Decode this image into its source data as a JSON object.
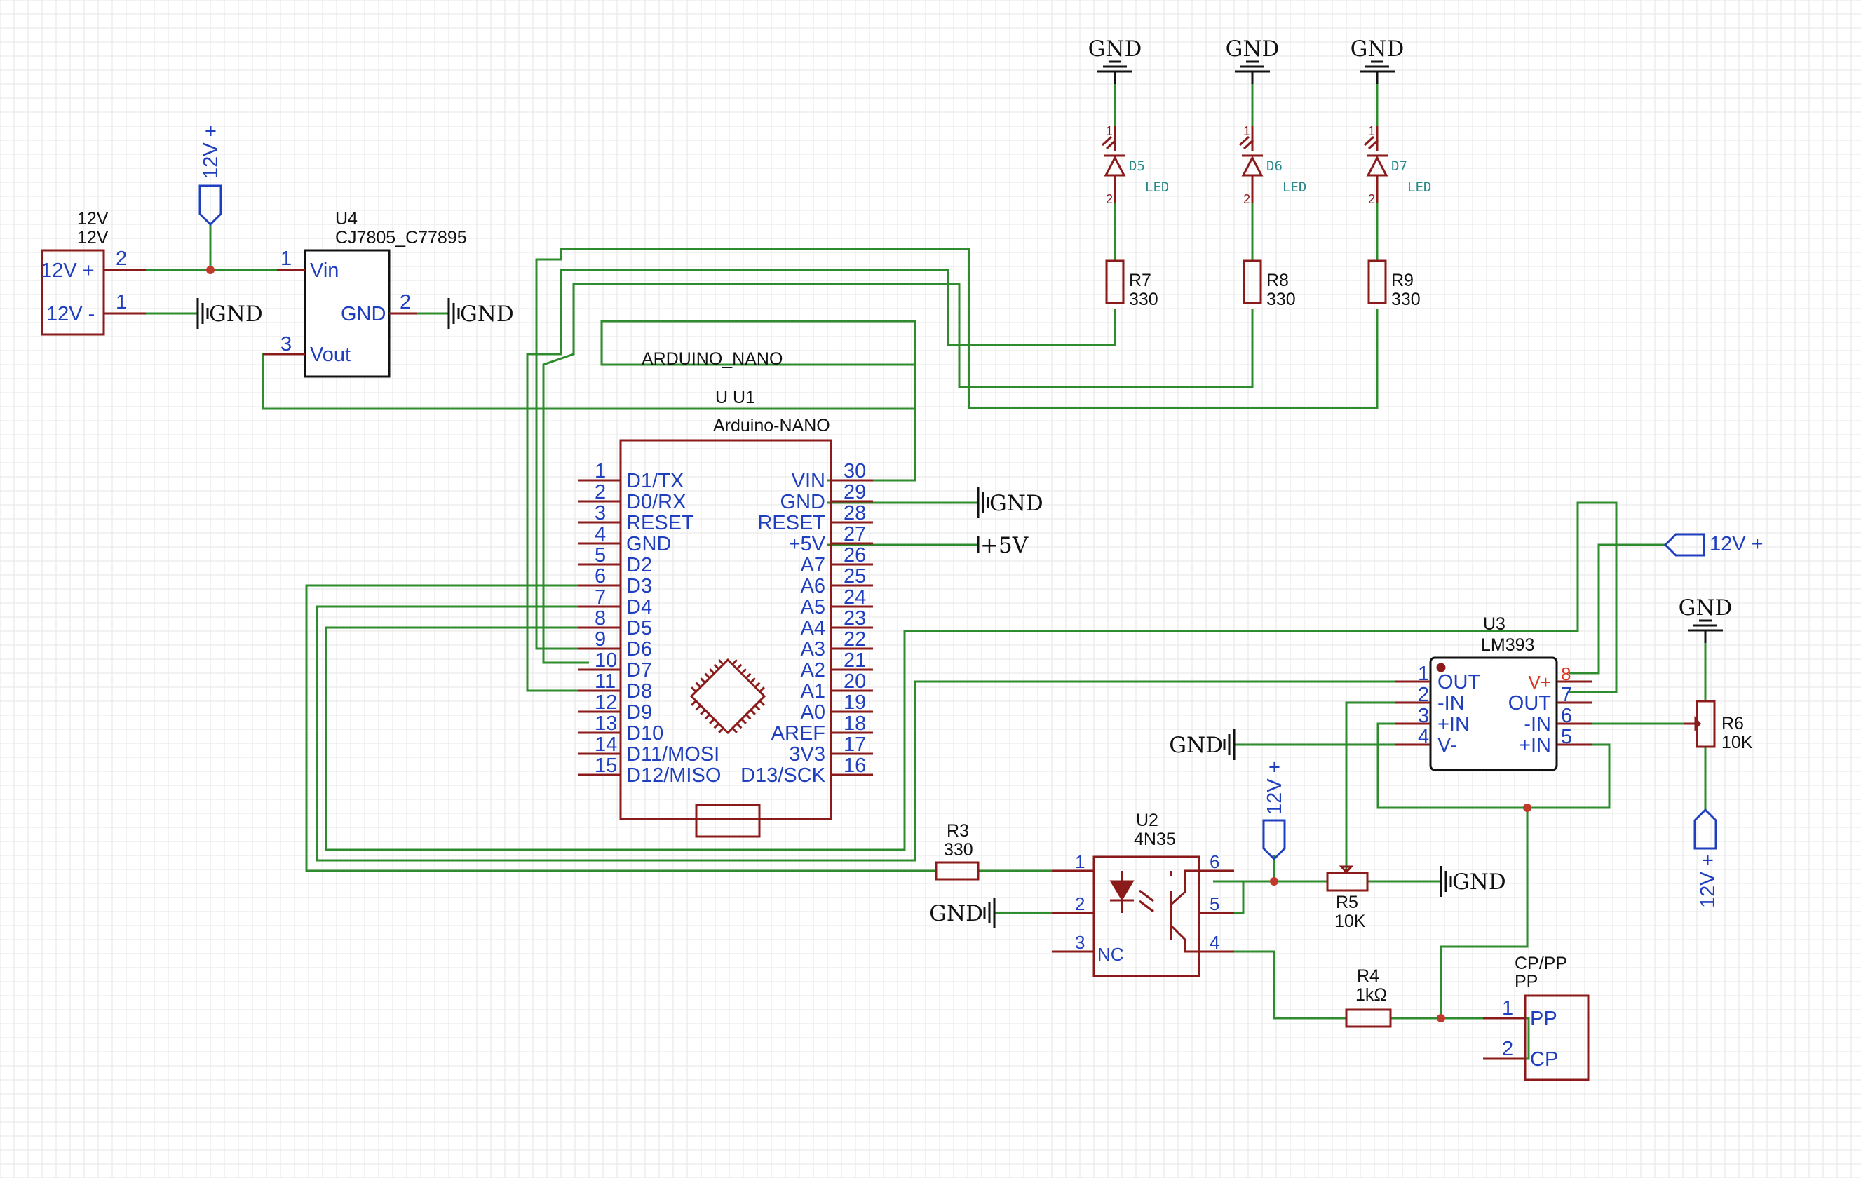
{
  "colors": {
    "wire": "#2e8b2e",
    "component_body": "#8b1a1a",
    "pin_label": "#1f3fbf",
    "junction": "#c0392b",
    "net_power": "#d9351f"
  },
  "labels": {
    "gnd": "GND",
    "p5v": "+5V",
    "p12v": "12V +"
  },
  "components": {
    "conn_12v": {
      "ref": "12V",
      "value": "12V",
      "pins": {
        "1": {
          "num": "2",
          "name": "12V +"
        },
        "2": {
          "num": "1",
          "name": "12V -"
        }
      }
    },
    "u4": {
      "ref": "U4",
      "value": "CJ7805_C77895",
      "pins": {
        "vin": {
          "num": "1",
          "name": "Vin"
        },
        "gnd": {
          "num": "2",
          "name": "GND"
        },
        "vout": {
          "num": "3",
          "name": "Vout"
        }
      }
    },
    "u1": {
      "title": "ARDUINO_NANO",
      "ref": "U U1",
      "value": "Arduino-NANO",
      "left_pins": [
        {
          "num": "1",
          "name": "D1/TX"
        },
        {
          "num": "2",
          "name": "D0/RX"
        },
        {
          "num": "3",
          "name": "RESET"
        },
        {
          "num": "4",
          "name": "GND"
        },
        {
          "num": "5",
          "name": "D2"
        },
        {
          "num": "6",
          "name": "D3"
        },
        {
          "num": "7",
          "name": "D4"
        },
        {
          "num": "8",
          "name": "D5"
        },
        {
          "num": "9",
          "name": "D6"
        },
        {
          "num": "10",
          "name": "D7"
        },
        {
          "num": "11",
          "name": "D8"
        },
        {
          "num": "12",
          "name": "D9"
        },
        {
          "num": "13",
          "name": "D10"
        },
        {
          "num": "14",
          "name": "D11/MOSI"
        },
        {
          "num": "15",
          "name": "D12/MISO"
        }
      ],
      "right_pins": [
        {
          "num": "30",
          "name": "VIN"
        },
        {
          "num": "29",
          "name": "GND"
        },
        {
          "num": "28",
          "name": "RESET"
        },
        {
          "num": "27",
          "name": "+5V"
        },
        {
          "num": "26",
          "name": "A7"
        },
        {
          "num": "25",
          "name": "A6"
        },
        {
          "num": "24",
          "name": "A5"
        },
        {
          "num": "23",
          "name": "A4"
        },
        {
          "num": "22",
          "name": "A3"
        },
        {
          "num": "21",
          "name": "A2"
        },
        {
          "num": "20",
          "name": "A1"
        },
        {
          "num": "19",
          "name": "A0"
        },
        {
          "num": "18",
          "name": "AREF"
        },
        {
          "num": "17",
          "name": "3V3"
        },
        {
          "num": "16",
          "name": "D13/SCK"
        }
      ]
    },
    "leds": [
      {
        "ref": "D5",
        "value": "LED",
        "pin_a": "1",
        "pin_k": "2"
      },
      {
        "ref": "D6",
        "value": "LED",
        "pin_a": "1",
        "pin_k": "2"
      },
      {
        "ref": "D7",
        "value": "LED",
        "pin_a": "1",
        "pin_k": "2"
      }
    ],
    "resistors_led": [
      {
        "ref": "R7",
        "value": "330"
      },
      {
        "ref": "R8",
        "value": "330"
      },
      {
        "ref": "R9",
        "value": "330"
      }
    ],
    "u3": {
      "ref": "U3",
      "value": "LM393",
      "left_pins": [
        {
          "num": "1",
          "name": "OUT"
        },
        {
          "num": "2",
          "name": "-IN"
        },
        {
          "num": "3",
          "name": "+IN"
        },
        {
          "num": "4",
          "name": "V-"
        }
      ],
      "right_pins": [
        {
          "num": "8",
          "name": "V+"
        },
        {
          "num": "7",
          "name": "OUT"
        },
        {
          "num": "6",
          "name": "-IN"
        },
        {
          "num": "5",
          "name": "+IN"
        }
      ]
    },
    "r6": {
      "ref": "R6",
      "value": "10K"
    },
    "r3": {
      "ref": "R3",
      "value": "330"
    },
    "u2": {
      "ref": "U2",
      "value": "4N35",
      "pins": {
        "p1": "1",
        "p2": "2",
        "p3": "3",
        "p4": "4",
        "p5": "5",
        "p6": "6"
      },
      "nc": "NC"
    },
    "r5": {
      "ref": "R5",
      "value": "10K"
    },
    "r4": {
      "ref": "R4",
      "value": "1kΩ"
    },
    "cp": {
      "ref": "CP/PP",
      "value": "PP",
      "pins": [
        {
          "num": "1",
          "name": "PP"
        },
        {
          "num": "2",
          "name": "CP"
        }
      ]
    }
  }
}
